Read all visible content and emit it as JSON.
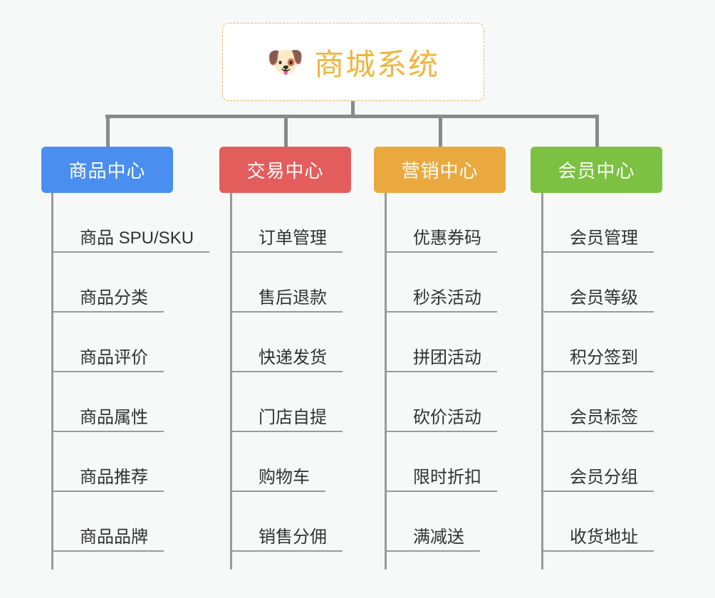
{
  "diagram": {
    "type": "org-chart",
    "background_color": "#f7f8f8",
    "connector_color": "#8a8a8a",
    "root": {
      "icon": "shiba-dog-face-emoji",
      "icon_glyph": "🐶",
      "title": "商城系统",
      "title_color": "#f0b53f",
      "border_color": "#e8b15b",
      "background_color": "#ffffff"
    },
    "categories": [
      {
        "label": "商品中心",
        "color": "#4a8ef0",
        "items": [
          "商品 SPU/SKU",
          "商品分类",
          "商品评价",
          "商品属性",
          "商品推荐",
          "商品品牌"
        ]
      },
      {
        "label": "交易中心",
        "color": "#e45d5d",
        "items": [
          "订单管理",
          "售后退款",
          "快递发货",
          "门店自提",
          "购物车",
          "销售分佣"
        ]
      },
      {
        "label": "营销中心",
        "color": "#eaa93f",
        "items": [
          "优惠券码",
          "秒杀活动",
          "拼团活动",
          "砍价活动",
          "限时折扣",
          "满减送"
        ]
      },
      {
        "label": "会员中心",
        "color": "#7cc142",
        "items": [
          "会员管理",
          "会员等级",
          "积分签到",
          "会员标签",
          "会员分组",
          "收货地址"
        ]
      }
    ]
  }
}
